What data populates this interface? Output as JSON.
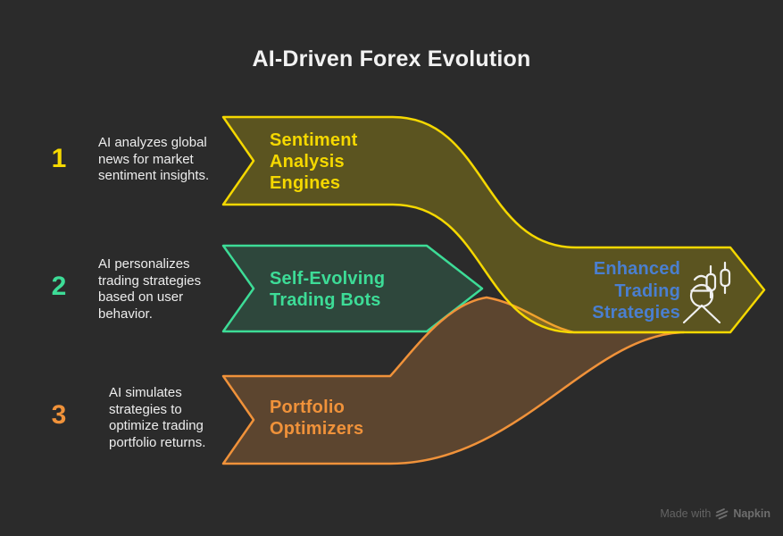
{
  "colors": {
    "background": "#2b2b2b",
    "yellow": "#f5d800",
    "green": "#3ddc97",
    "orange": "#f0923a",
    "blue": "#4a7fd0",
    "body_text": "#ededed",
    "icon_stroke": "#f0f0f0",
    "watermark_text": "#646464"
  },
  "title": "AI-Driven Forex Evolution",
  "steps": [
    {
      "number": "1",
      "description": "AI analyzes global\nnews for market\nsentiment insights.",
      "label": "Sentiment\nAnalysis\nEngines",
      "color": "#f5d800"
    },
    {
      "number": "2",
      "description": "AI personalizes\ntrading strategies\nbased on user\nbehavior.",
      "label": "Self-Evolving\nTrading Bots",
      "color": "#3ddc97"
    },
    {
      "number": "3",
      "description": "AI simulates\nstrategies to\noptimize trading\nportfolio returns.",
      "label": "Portfolio\nOptimizers",
      "color": "#f0923a"
    }
  ],
  "result": {
    "label": "Enhanced\nTrading\nStrategies",
    "color": "#4a7fd0",
    "icon": "trader-with-candlestick-chart"
  },
  "watermark": {
    "prefix": "Made with",
    "brand": "Napkin"
  }
}
